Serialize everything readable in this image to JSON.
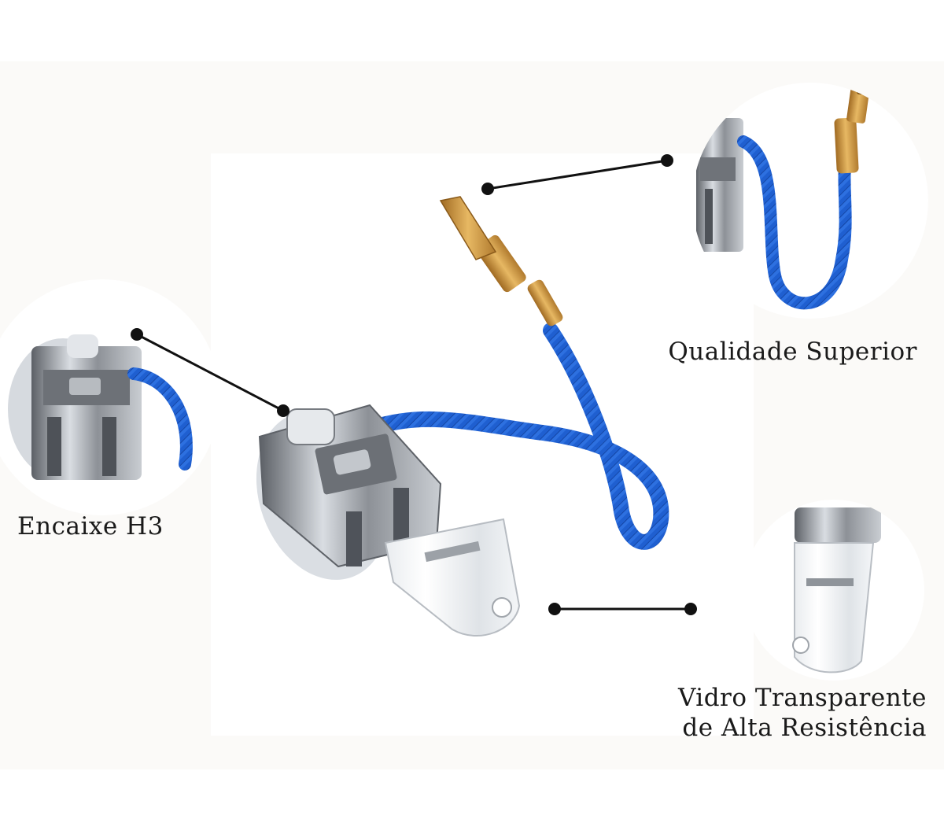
{
  "labels": {
    "qualidade": "Qualidade Superior",
    "encaixe": "Encaixe H3",
    "vidro_line1": "Vidro Transparente",
    "vidro_line2": "de Alta Resistência"
  },
  "colors": {
    "cable": "#1f5fd0",
    "cable_dark": "#0f3c96",
    "terminal": "#c9923a",
    "metal": "#9a9ea4",
    "callout_line": "#111111",
    "text": "#1a1a1a"
  },
  "icons": [
    "h3-bulb-image",
    "callout-dot-icon",
    "zoom-circle-image"
  ]
}
